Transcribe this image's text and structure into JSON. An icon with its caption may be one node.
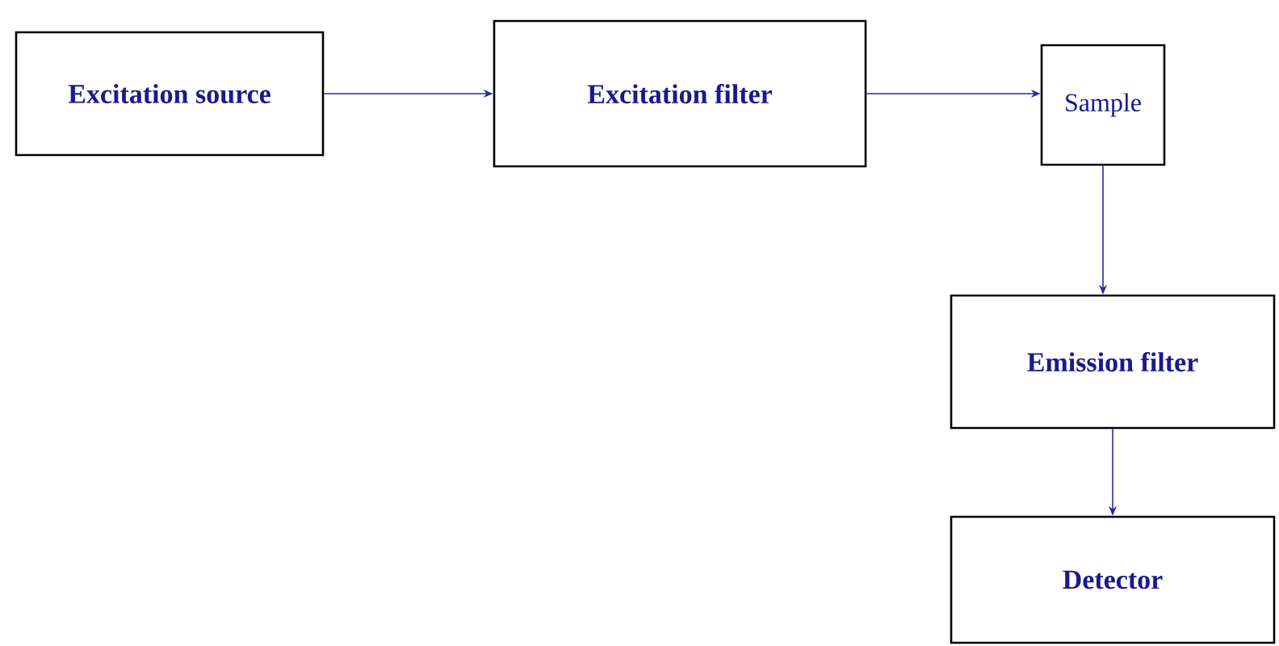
{
  "diagram": {
    "nodes": [
      {
        "text": [
          "Excitation source"
        ]
      },
      {
        "text": [
          "Excitation filter"
        ]
      },
      {
        "text": [
          "Sample"
        ]
      },
      {
        "text": [
          "Emission filter"
        ]
      },
      {
        "text": [
          "Detector"
        ]
      }
    ],
    "edges": [
      {
        "from": 0,
        "to": 1,
        "arrow": "to"
      },
      {
        "from": 1,
        "to": 2,
        "arrow": "to"
      },
      {
        "from": 2,
        "to": 3,
        "arrow": "to"
      },
      {
        "from": 3,
        "to": 4,
        "arrow": "to"
      }
    ]
  }
}
